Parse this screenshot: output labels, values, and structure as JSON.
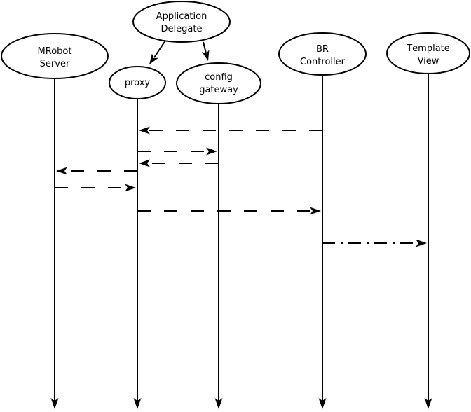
{
  "diagram": {
    "type": "sequence-lifeline-diagram",
    "colors": {
      "background": "#ffffff",
      "line": "#000000",
      "text": "#000000"
    },
    "nodes": [
      {
        "id": "application-delegate",
        "label": [
          "Application",
          "Delegate"
        ]
      },
      {
        "id": "mrobot-server",
        "label": [
          "MRobot",
          "Server"
        ]
      },
      {
        "id": "proxy",
        "label": [
          "proxy"
        ]
      },
      {
        "id": "config-gateway",
        "label": [
          "config",
          "gateway"
        ]
      },
      {
        "id": "br-controller",
        "label": [
          "BR",
          "Controller"
        ]
      },
      {
        "id": "template-view",
        "label": [
          "Ŧemplate",
          "View"
        ]
      }
    ],
    "static_edges": [
      {
        "from": "application-delegate",
        "to": "proxy",
        "line_style": "solid"
      },
      {
        "from": "application-delegate",
        "to": "config-gateway",
        "line_style": "solid"
      }
    ],
    "messages": [
      {
        "from": "br-controller",
        "to": "proxy",
        "line_style": "dashed"
      },
      {
        "from": "proxy",
        "to": "config-gateway",
        "line_style": "dashed"
      },
      {
        "from": "config-gateway",
        "to": "proxy",
        "line_style": "dashed"
      },
      {
        "from": "proxy",
        "to": "mrobot-server",
        "line_style": "dashed"
      },
      {
        "from": "mrobot-server",
        "to": "proxy",
        "line_style": "dashed"
      },
      {
        "from": "proxy",
        "to": "br-controller",
        "line_style": "dashed"
      },
      {
        "from": "br-controller",
        "to": "template-view",
        "line_style": "dash-dot"
      }
    ]
  }
}
